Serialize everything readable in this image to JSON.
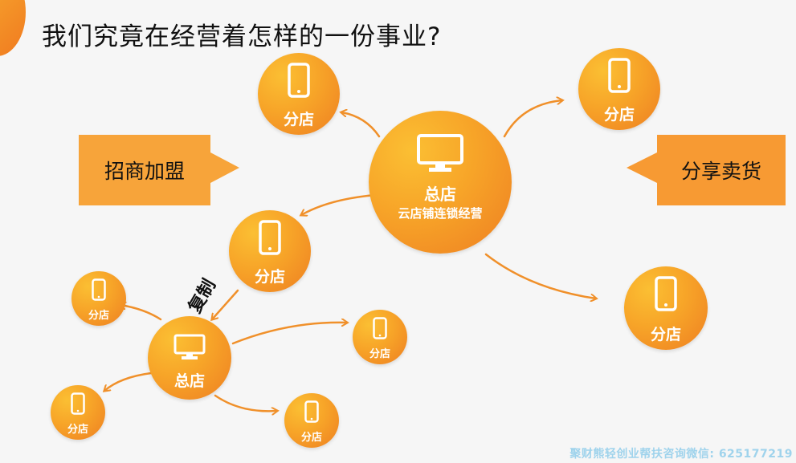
{
  "title": "我们究竟在经营着怎样的一份事业?",
  "banner_left": "招商加盟",
  "banner_right": "分享卖货",
  "hq_main": {
    "label": "总店",
    "sublabel": "云店铺连锁经营"
  },
  "hq_small": {
    "label": "总店"
  },
  "copy_label": "复制",
  "branches": {
    "b1": "分店",
    "b2": "分店",
    "b3": "分店",
    "b4": "分店",
    "s1": "分店",
    "s2": "分店",
    "s3": "分店",
    "s4": "分店"
  },
  "footer": "聚财熊轻创业帮扶咨询微信: 625177219",
  "colors": {
    "orange": "#f7a428",
    "orange_dark": "#ee7f22",
    "banner": "#f7a43a",
    "footer": "#9fd3ec"
  }
}
